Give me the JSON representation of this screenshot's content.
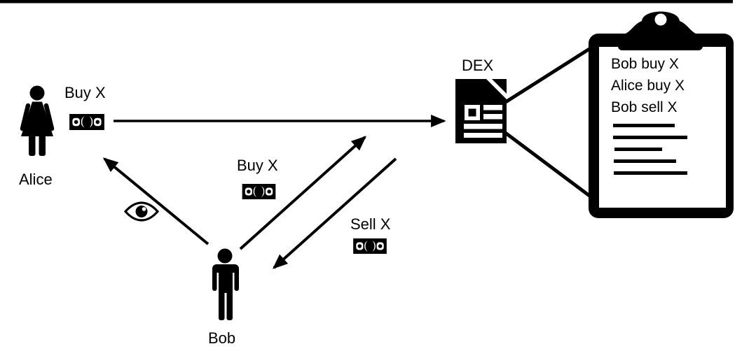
{
  "diagram": {
    "description_labels": {
      "alice": "Alice",
      "bob": "Bob",
      "dex": "DEX",
      "alice_order": "Buy X",
      "bob_buy_order": "Buy X",
      "bob_sell_order": "Sell X"
    },
    "mempool": {
      "entries": [
        "Bob buy X",
        "Alice buy X",
        "Bob sell X"
      ]
    },
    "icons": {
      "alice": "woman-icon",
      "bob": "man-icon",
      "dex": "document-icon",
      "observe": "eye-icon",
      "order_payment": "money-bill-icon",
      "mempool": "clipboard-icon"
    },
    "colors": {
      "ink": "#000000",
      "background": "#ffffff"
    }
  }
}
